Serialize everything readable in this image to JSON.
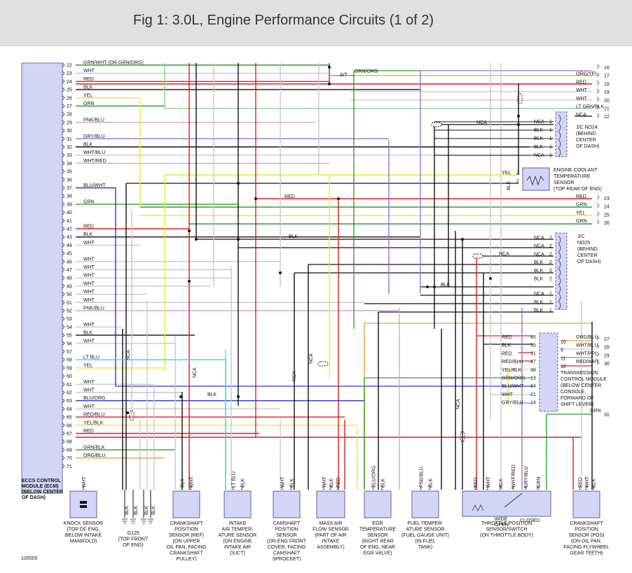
{
  "title": "Fig 1: 3.0L, Engine Performance Circuits (1 of 2)",
  "figure_number": "105505",
  "colors": {
    "red": "#e21b1b",
    "green": "#2f9e2f",
    "yellow": "#e8e83a",
    "blue": "#3030d0",
    "purple": "#a070d0",
    "pink": "#d8a0d8",
    "gray": "#c8c8c8",
    "black": "#111111",
    "lime": "#7fd07f",
    "cyan": "#30e0f0",
    "orange": "#f0a030",
    "ltgrn": "#9be29b"
  },
  "ecm": {
    "label": [
      "ECCS CONTROL",
      "MODULE (ECM)",
      "(BELOW CENTER",
      "OF DASH)"
    ]
  },
  "ecm_pins": [
    {
      "n": "22",
      "w": "GRN/WHT (OR GRN/ORG)",
      "c": "green"
    },
    {
      "n": "23",
      "w": "WHT",
      "c": "gray"
    },
    {
      "n": "24",
      "w": "RED",
      "c": "red"
    },
    {
      "n": "25",
      "w": "BLK",
      "c": "black"
    },
    {
      "n": "26",
      "w": "YEL",
      "c": "yellow"
    },
    {
      "n": "27",
      "w": "GRN",
      "c": "green"
    },
    {
      "n": "28",
      "w": "",
      "c": ""
    },
    {
      "n": "29",
      "w": "PNK/BLU",
      "c": "pink"
    },
    {
      "n": "30",
      "w": "",
      "c": ""
    },
    {
      "n": "31",
      "w": "GRY/BLU",
      "c": "purple"
    },
    {
      "n": "32",
      "w": "BLK",
      "c": "black"
    },
    {
      "n": "33",
      "w": "WHT/BLU",
      "c": "gray"
    },
    {
      "n": "34",
      "w": "WHT/RED",
      "c": "pink"
    },
    {
      "n": "35",
      "w": "",
      "c": ""
    },
    {
      "n": "36",
      "w": "",
      "c": ""
    },
    {
      "n": "37",
      "w": "BLU/WHT",
      "c": "blue"
    },
    {
      "n": "38",
      "w": "",
      "c": ""
    },
    {
      "n": "39",
      "w": "GRN",
      "c": "green"
    },
    {
      "n": "40",
      "w": "",
      "c": ""
    },
    {
      "n": "41",
      "w": "",
      "c": ""
    },
    {
      "n": "42",
      "w": "RED",
      "c": "red"
    },
    {
      "n": "43",
      "w": "BLK",
      "c": "black"
    },
    {
      "n": "44",
      "w": "WHT",
      "c": "gray"
    },
    {
      "n": "45",
      "w": "",
      "c": ""
    },
    {
      "n": "46",
      "w": "WHT",
      "c": "gray"
    },
    {
      "n": "47",
      "w": "WHT",
      "c": "gray"
    },
    {
      "n": "48",
      "w": "WHT",
      "c": "gray"
    },
    {
      "n": "49",
      "w": "WHT",
      "c": "gray"
    },
    {
      "n": "50",
      "w": "WHT",
      "c": "gray"
    },
    {
      "n": "51",
      "w": "WHT",
      "c": "gray"
    },
    {
      "n": "52",
      "w": "PNK/BLU",
      "c": "pink"
    },
    {
      "n": "53",
      "w": "",
      "c": ""
    },
    {
      "n": "54",
      "w": "WHT",
      "c": "gray"
    },
    {
      "n": "55",
      "w": "BLK",
      "c": "black"
    },
    {
      "n": "56",
      "w": "WHT",
      "c": "gray"
    },
    {
      "n": "57",
      "w": "",
      "c": ""
    },
    {
      "n": "58",
      "w": "LT BLU",
      "c": "cyan"
    },
    {
      "n": "59",
      "w": "YEL",
      "c": "yellow"
    },
    {
      "n": "60",
      "w": "",
      "c": ""
    },
    {
      "n": "61",
      "w": "WHT",
      "c": "gray"
    },
    {
      "n": "62",
      "w": "WHT",
      "c": "gray"
    },
    {
      "n": "63",
      "w": "BLU/ORG",
      "c": "blue"
    },
    {
      "n": "64",
      "w": "WHT",
      "c": "gray"
    },
    {
      "n": "65",
      "w": "RED/BLU",
      "c": "red"
    },
    {
      "n": "66",
      "w": "YEL/BLK",
      "c": "yellow"
    },
    {
      "n": "67",
      "w": "RED",
      "c": "red"
    },
    {
      "n": "68",
      "w": "",
      "c": ""
    },
    {
      "n": "69",
      "w": "GRN/BLK",
      "c": "green"
    },
    {
      "n": "70",
      "w": "ORG/BLU",
      "c": "orange"
    },
    {
      "n": "71",
      "w": "",
      "c": ""
    }
  ],
  "right_pins_a": [
    {
      "n": "16",
      "w": ""
    },
    {
      "n": "17",
      "w": "ORG/YEL"
    },
    {
      "n": "18",
      "w": "RED"
    },
    {
      "n": "19",
      "w": "WHT"
    },
    {
      "n": "20",
      "w": "WHT"
    },
    {
      "n": "21",
      "w": "LT GRN/BLK"
    },
    {
      "n": "22",
      "w": "NCA"
    }
  ],
  "right_pins_b": [
    {
      "n": "23",
      "w": "RED"
    },
    {
      "n": "24",
      "w": "GRN"
    },
    {
      "n": "25",
      "w": "YEL"
    },
    {
      "n": "26",
      "w": "GRN"
    }
  ],
  "right_pins_c": [
    {
      "n": "27",
      "w": "ORG/BLU"
    },
    {
      "n": "28",
      "w": "WHT/BLU"
    },
    {
      "n": "29",
      "w": "WHT/PPL"
    },
    {
      "n": "30",
      "w": "RED/WHT"
    }
  ],
  "right_pin_31": {
    "n": "31",
    "w": "GRN"
  },
  "jc24": {
    "label": [
      "J/C NO24",
      "(BEHIND",
      "CENTER",
      "OF DASH)"
    ],
    "pins": [
      {
        "w": "NCA",
        "n": "1"
      },
      {
        "w": "BLK",
        "n": "1"
      },
      {
        "w": "BLK",
        "n": "1"
      },
      {
        "w": "BLK",
        "n": "1"
      },
      {
        "w": "NCA",
        "n": "1"
      }
    ]
  },
  "jc25": {
    "label": [
      "J/C",
      "NO25",
      "(BEHIND",
      "CENTER",
      "OF DASH)"
    ],
    "pins": [
      {
        "w": "NCA",
        "n": "2"
      },
      {
        "w": "NCA",
        "n": "2"
      },
      {
        "w": "NCA",
        "n": "2"
      },
      {
        "w": "BLK",
        "n": "2"
      },
      {
        "w": "BLK",
        "n": "2"
      },
      {
        "w": "BLK",
        "n": "2"
      },
      {
        "w": "NCA",
        "n": "1"
      },
      {
        "w": "BLK",
        "n": "1"
      },
      {
        "w": "BLK",
        "n": "1"
      }
    ]
  },
  "coolant": {
    "label": [
      "ENGINE COOLANT",
      "TEMPERATURE",
      "SENSOR",
      "(TOP REAR OF ENG)"
    ],
    "w1": "YEL",
    "n1": "2",
    "w2": "BLK",
    "n2": "1"
  },
  "tcm": {
    "label": [
      "TRANSMISSION",
      "CONTROL MODULE",
      "(BELOW CENTER",
      "CONSOLE,",
      "FORWARD OF",
      "SHIFT LEVER)"
    ],
    "pins": [
      {
        "w": "RED",
        "n": "45"
      },
      {
        "w": "BLK",
        "n": "35"
      },
      {
        "w": "RED",
        "n": "31"
      },
      {
        "w": "RED/BLU",
        "n": "47"
      },
      {
        "w": "YEL/BLK",
        "n": "38"
      },
      {
        "w": "GRN/ORG",
        "n": "13"
      },
      {
        "w": "BLU/WHT",
        "n": "34"
      },
      {
        "w": "WHT",
        "n": "21"
      },
      {
        "w": "GRY/BLU",
        "n": "14"
      }
    ],
    "right": [
      {
        "n": "10"
      },
      {
        "n": "9"
      },
      {
        "n": "11"
      },
      {
        "n": "12"
      }
    ]
  },
  "labels": {
    "at": "A/T",
    "grn_org": "GRN/ORG",
    "nca": "NCA",
    "red": "RED",
    "blk": "BLK",
    "yel": "YEL",
    "wide_open": "WIDE",
    "wide_open2": "OPEN",
    "closed": "CLOSED"
  },
  "components": [
    {
      "id": "knock",
      "lines": [
        "KNOCK SENSOR",
        "(TOP OF ENG,",
        "BELOW INTAKE",
        "MANIFOLD)"
      ],
      "wires": [
        "WHT"
      ]
    },
    {
      "id": "g125",
      "lines": [
        "G125",
        "(TOP FRONT",
        "OF ENG)"
      ],
      "wires": [
        "BLK",
        "BLK",
        "BLK",
        "BLK"
      ]
    },
    {
      "id": "ckp_ref",
      "lines": [
        "CRANKSHAFT",
        "POSITION",
        "SENSOR (REF)",
        "(ON UPPER",
        "OIL PAN, FACING",
        "CRANKSHAFT",
        "PULLEY)"
      ],
      "wires": [
        "BLK",
        "WHT"
      ]
    },
    {
      "id": "iat",
      "lines": [
        "INTAKE",
        "AIR TEMPER-",
        "ATURE SENSOR",
        "(ON ENGINE",
        "INTAKE AIR",
        "DUCT)"
      ],
      "wires": [
        "LT BLU",
        "BLK"
      ]
    },
    {
      "id": "cmp",
      "lines": [
        "CAMSHAFT",
        "POSITION",
        "SENSOR",
        "(ON ENG FRONT",
        "COVER, FACING",
        "CAMSHAFT",
        "SPROCKET)"
      ],
      "wires": [
        "WHT",
        "BLK"
      ]
    },
    {
      "id": "maf",
      "lines": [
        "MASS AIR",
        "FLOW SENSOR",
        "(PART OF AIR",
        "INTAKE",
        "ASSEMBLY)"
      ],
      "wires": [
        "WHT",
        "BLK",
        "RED"
      ]
    },
    {
      "id": "egr",
      "lines": [
        "EGR",
        "TEMPERATURE",
        "SENSOR",
        "(RIGHT REAR",
        "OF ENG, NEAR",
        "EGR VALVE)"
      ],
      "wires": [
        "BLU/ORG",
        "BLK"
      ]
    },
    {
      "id": "fuel",
      "lines": [
        "FUEL TEMPER-",
        "ATURE SENSOR",
        "(FUEL GAUGE UNIT)",
        "(IN FUEL",
        "TANK)"
      ],
      "wires": [
        "PNK/BLU",
        "BLK"
      ]
    },
    {
      "id": "tps",
      "lines": [
        "THROTTLE POSITION",
        "SENSOR/SWITCH",
        "(ON THROTTLE BODY)"
      ],
      "wires": [
        "RED",
        "WHT",
        "BLK",
        "WHT/RED",
        "GRY/BLU",
        "GRN"
      ]
    },
    {
      "id": "ckp_pos",
      "lines": [
        "CRANKSHAFT",
        "POSITION",
        "SENSOR (POS)",
        "(ON OIL PAN,",
        "FACING FLYWHEEL",
        "GEAR TEETH)"
      ],
      "wires": [
        "RED",
        "WHT",
        "BLK"
      ]
    }
  ]
}
